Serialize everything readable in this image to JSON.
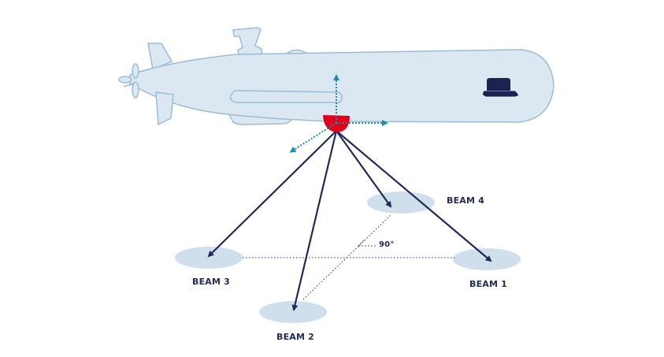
{
  "diagram": {
    "subject": "AUV with Doppler Velocity Log (DVL) 4-beam configuration",
    "colors": {
      "hull_fill": "#dbe8f1",
      "hull_stroke": "#9cbdd4",
      "transducer": "#e3001b",
      "beam_line": "#232a55",
      "axis_arrow": "#1a8fa6",
      "footprint": "#cfe0ec",
      "guide_line": "#232a55",
      "instrument": "#1d2250"
    },
    "beams": [
      {
        "id": "beam1",
        "label": "BEAM 1"
      },
      {
        "id": "beam2",
        "label": "BEAM 2"
      },
      {
        "id": "beam3",
        "label": "BEAM 3"
      },
      {
        "id": "beam4",
        "label": "BEAM 4"
      }
    ],
    "angle_label": "90°",
    "icons": {
      "instrument": "instrument-box-icon",
      "transducer": "dvl-transducer-icon"
    }
  }
}
